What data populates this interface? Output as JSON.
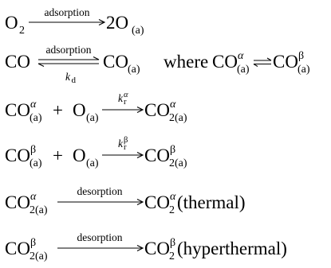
{
  "reactions": [
    {
      "lhs": {
        "main": "O",
        "sub": "2"
      },
      "arrow_label": "adsorption",
      "rhs": {
        "main": "2O",
        "sub": "(a)"
      }
    },
    {
      "lhs": {
        "main": "CO"
      },
      "arrow_label_top": "adsorption",
      "arrow_label_bottom": {
        "main": "k",
        "sub": "d"
      },
      "rhs": {
        "main": "CO",
        "sub": "(a)"
      },
      "connector": "where",
      "equilibrium_lhs": {
        "main": "CO",
        "sup": "α",
        "sub": "(a)"
      },
      "equilibrium_rhs": {
        "main": "CO",
        "sup": "β",
        "sub": "(a)"
      }
    },
    {
      "lhs_a": {
        "main": "CO",
        "sup": "α",
        "sub": "(a)"
      },
      "plus": "+",
      "lhs_b": {
        "main": "O",
        "sub": "(a)"
      },
      "arrow_label": {
        "main": "k",
        "sup": "α",
        "sub": "r"
      },
      "rhs": {
        "main": "CO",
        "sup": "α",
        "sub": "2(a)"
      }
    },
    {
      "lhs_a": {
        "main": "CO",
        "sup": "β",
        "sub": "(a)"
      },
      "plus": "+",
      "lhs_b": {
        "main": "O",
        "sub": "(a)"
      },
      "arrow_label": {
        "main": "k",
        "sup": "β",
        "sub": "r"
      },
      "rhs": {
        "main": "CO",
        "sup": "β",
        "sub": "2(a)"
      }
    },
    {
      "lhs": {
        "main": "CO",
        "sup": "α",
        "sub": "2(a)"
      },
      "arrow_label": "desorption",
      "rhs": {
        "main": "CO",
        "sup": "α",
        "sub": "2"
      },
      "rhs_tail": "(thermal)"
    },
    {
      "lhs": {
        "main": "CO",
        "sup": "β",
        "sub": "2(a)"
      },
      "arrow_label": "desorption",
      "rhs": {
        "main": "CO",
        "sup": "β",
        "sub": "2"
      },
      "rhs_tail": "(hyperthermal)"
    }
  ]
}
